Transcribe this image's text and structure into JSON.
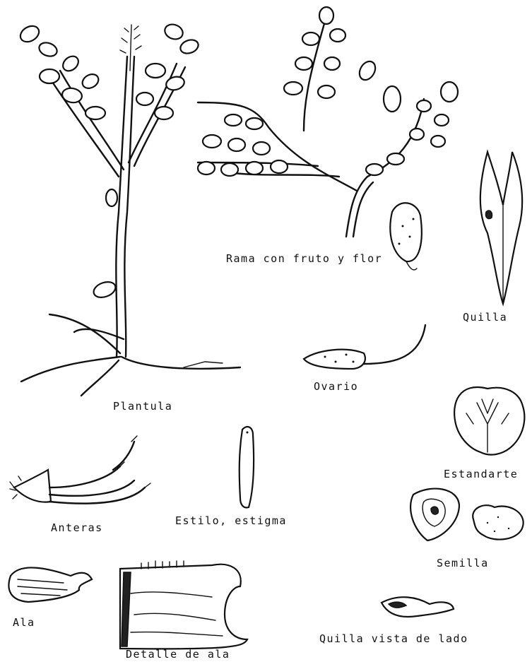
{
  "labels": {
    "top_fragment": "",
    "rama": "Rama con fruto y flor",
    "quilla": "Quilla",
    "ovario": "Ovario",
    "plantula": "Plantula",
    "estandarte": "Estandarte",
    "estilo": "Estilo, estigma",
    "anteras": "Anteras",
    "semilla": "Semilla",
    "ala": "Ala",
    "quilla_lado": "Quilla vista de lado",
    "detalle_ala": "Detalle de ala"
  }
}
